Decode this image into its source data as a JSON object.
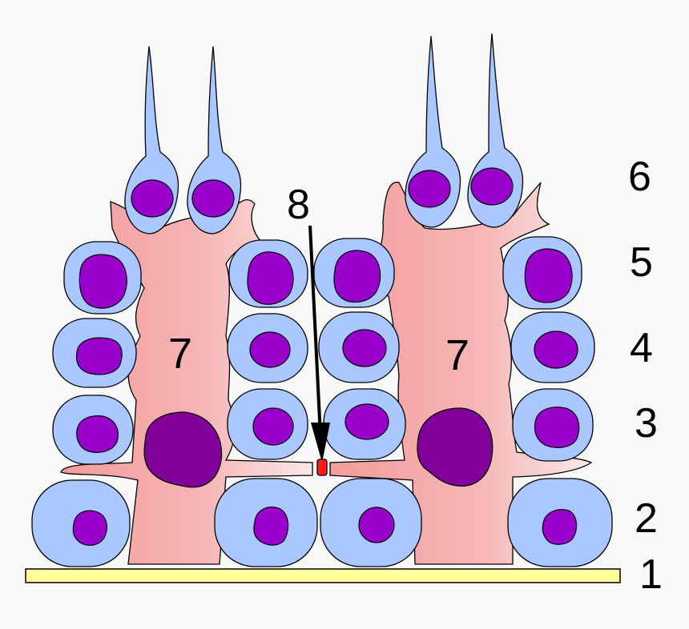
{
  "layer_labels": {
    "l1": "1",
    "l2": "2",
    "l3": "3",
    "l4": "4",
    "l5": "5",
    "l6": "6"
  },
  "sertoli_label": "7",
  "junction_label": "8",
  "colors": {
    "background": "#f8f8f8",
    "basement_membrane": "#ffff99",
    "germ_cell": "#aac8ff",
    "germ_nucleus": "#9900cc",
    "sertoli_cell": "#f49c9c",
    "sertoli_nucleus": "#800099",
    "tight_junction": "#ff1a1a"
  }
}
